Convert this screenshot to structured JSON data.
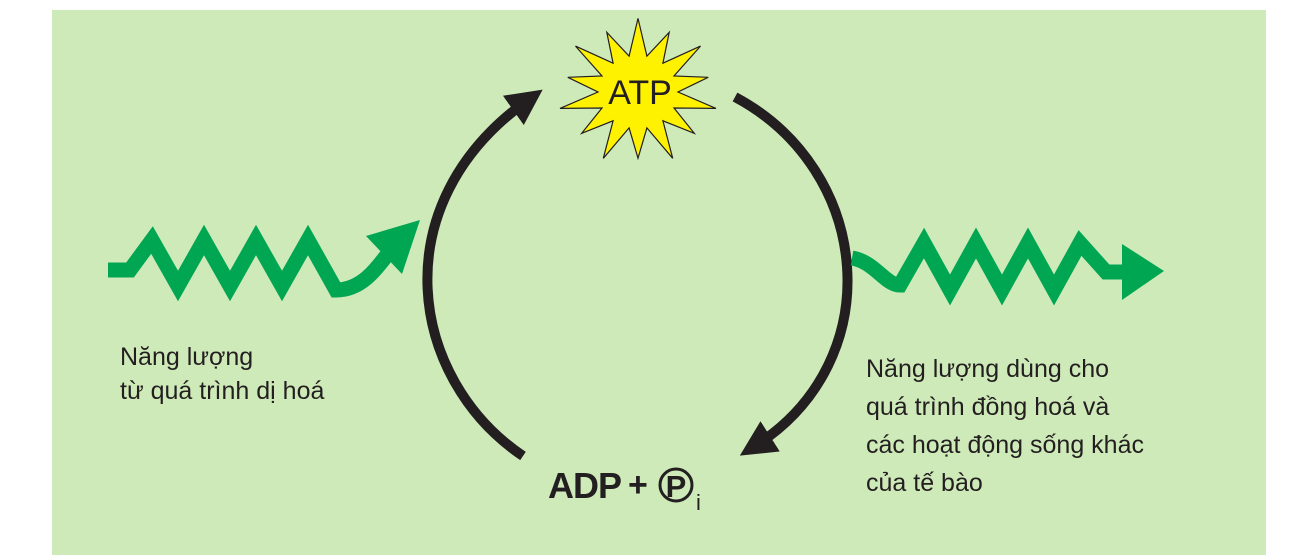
{
  "diagram": {
    "atp_label": "ATP",
    "adp_text": "ADP",
    "plus": "+",
    "phosphate_symbol": "P",
    "phosphate_subscript": "i",
    "left_label": {
      "lines": [
        "Năng lượng",
        "từ quá trình dị hoá"
      ]
    },
    "right_label": {
      "lines": [
        "Năng lượng dùng cho",
        "quá trình đồng hoá và",
        "các hoạt động sống khác",
        "của tế bào"
      ]
    }
  },
  "colors": {
    "background": "#cfeab9",
    "energy_arrow": "#00a651",
    "cycle_arrow": "#231f20",
    "atp_star": "#fff200"
  }
}
